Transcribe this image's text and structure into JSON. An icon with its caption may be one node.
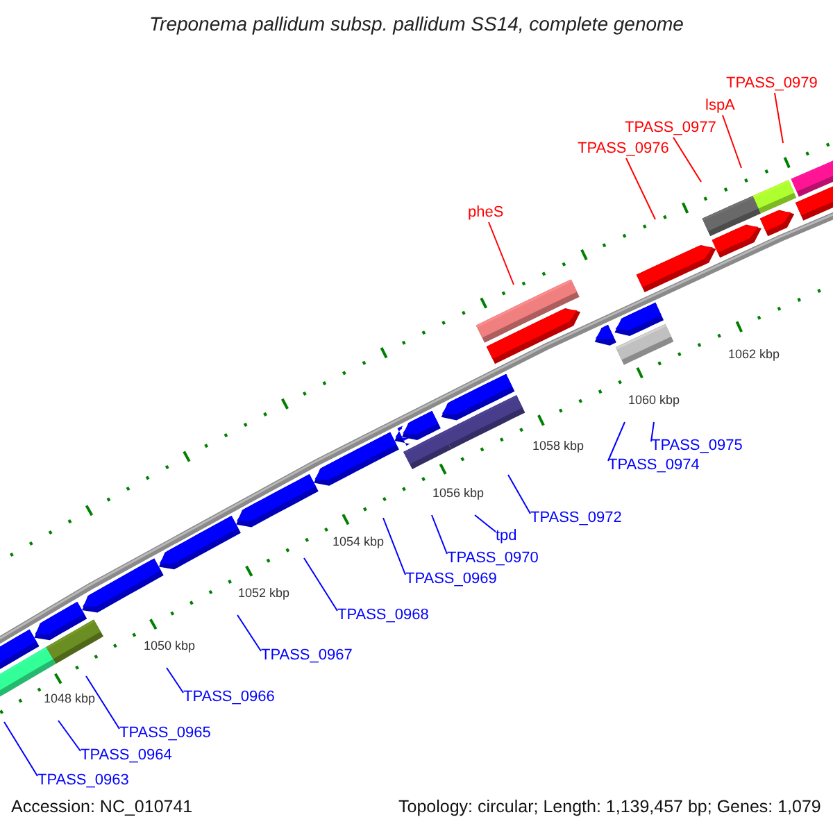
{
  "diagram": {
    "title": "Treponema pallidum subsp. pallidum SS14, complete genome",
    "nodes": [
      {
        "text": [
          "TPASS_0979"
        ]
      },
      {
        "text": [
          "lspA"
        ]
      },
      {
        "text": [
          "TPASS_0977"
        ]
      },
      {
        "text": [
          "TPASS_0976"
        ]
      },
      {
        "text": [
          "pheS"
        ]
      },
      {
        "text": [
          "TPASS_0975"
        ]
      },
      {
        "text": [
          "TPASS_0974"
        ]
      },
      {
        "text": [
          "TPASS_0972"
        ]
      },
      {
        "text": [
          "tpd"
        ]
      },
      {
        "text": [
          "TPASS_0970"
        ]
      },
      {
        "text": [
          "TPASS_0969"
        ]
      },
      {
        "text": [
          "TPASS_0968"
        ]
      },
      {
        "text": [
          "TPASS_0967"
        ]
      },
      {
        "text": [
          "TPASS_0966"
        ]
      },
      {
        "text": [
          "TPASS_0965"
        ]
      },
      {
        "text": [
          "TPASS_0964"
        ]
      },
      {
        "text": [
          "TPASS_0963"
        ]
      }
    ],
    "edges": [
      {
        "from": 0,
        "to": null,
        "arrow": "none",
        "color": "#ff0000"
      },
      {
        "from": 1,
        "to": null,
        "arrow": "none",
        "color": "#ff0000"
      },
      {
        "from": 2,
        "to": null,
        "arrow": "none",
        "color": "#ff0000"
      },
      {
        "from": 3,
        "to": null,
        "arrow": "none",
        "color": "#ff0000"
      },
      {
        "from": 4,
        "to": null,
        "arrow": "none",
        "color": "#ff0000"
      },
      {
        "from": 5,
        "to": null,
        "arrow": "none"
      },
      {
        "from": 6,
        "to": null,
        "arrow": "none"
      },
      {
        "from": 7,
        "to": null,
        "arrow": "none"
      },
      {
        "from": 8,
        "to": null,
        "arrow": "none"
      },
      {
        "from": 9,
        "to": null,
        "arrow": "none"
      },
      {
        "from": 10,
        "to": null,
        "arrow": "none"
      },
      {
        "from": 11,
        "to": null,
        "arrow": "none"
      },
      {
        "from": 12,
        "to": null,
        "arrow": "none"
      },
      {
        "from": 13,
        "to": null,
        "arrow": "none"
      },
      {
        "from": 14,
        "to": null,
        "arrow": "none"
      },
      {
        "from": 15,
        "to": null,
        "arrow": "none"
      },
      {
        "from": 16,
        "to": null,
        "arrow": "none"
      }
    ],
    "labels": [
      "1062 kbp",
      "1060 kbp",
      "1058 kbp",
      "1056 kbp",
      "1054 kbp",
      "1052 kbp",
      "1050 kbp",
      "1048 kbp",
      "Accession: NC_010741",
      "Topology: circular; Length: 1,139,457 bp; Genes: 1,079"
    ]
  }
}
